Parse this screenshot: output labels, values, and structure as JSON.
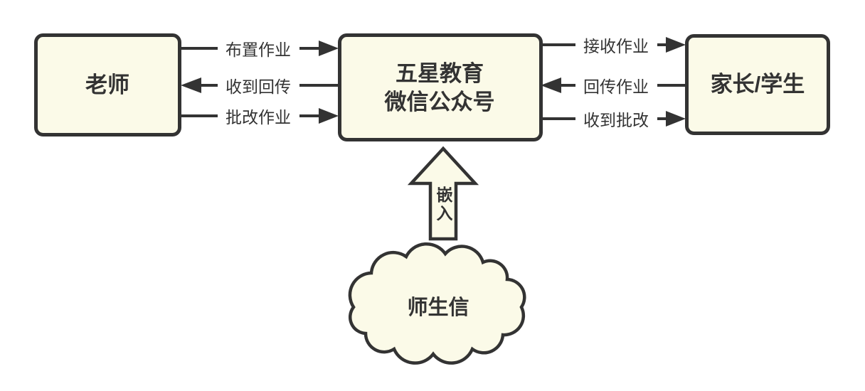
{
  "diagram": {
    "title_hint": "homework flow diagram",
    "colors": {
      "background": "#ffffff",
      "node_fill": "#FBFAE8",
      "stroke": "#333333",
      "text": "#333333"
    },
    "nodes": {
      "teacher": {
        "label": "老师"
      },
      "platform": {
        "label_line1": "五星教育",
        "label_line2": "微信公众号"
      },
      "parents": {
        "label": "家长/学生"
      }
    },
    "edges": {
      "left": [
        {
          "label": "布置作业",
          "from": "老师",
          "to": "五星教育微信公众号",
          "direction": "right"
        },
        {
          "label": "收到回传",
          "from": "五星教育微信公众号",
          "to": "老师",
          "direction": "left"
        },
        {
          "label": "批改作业",
          "from": "老师",
          "to": "五星教育微信公众号",
          "direction": "right"
        }
      ],
      "right": [
        {
          "label": "接收作业",
          "from": "五星教育微信公众号",
          "to": "家长/学生",
          "direction": "right"
        },
        {
          "label": "回传作业",
          "from": "家长/学生",
          "to": "五星教育微信公众号",
          "direction": "left"
        },
        {
          "label": "收到批改",
          "from": "五星教育微信公众号",
          "to": "家长/学生",
          "direction": "right"
        }
      ]
    },
    "embed_arrow": {
      "label": "嵌入",
      "direction": "up"
    },
    "cloud": {
      "label": "师生信"
    }
  }
}
